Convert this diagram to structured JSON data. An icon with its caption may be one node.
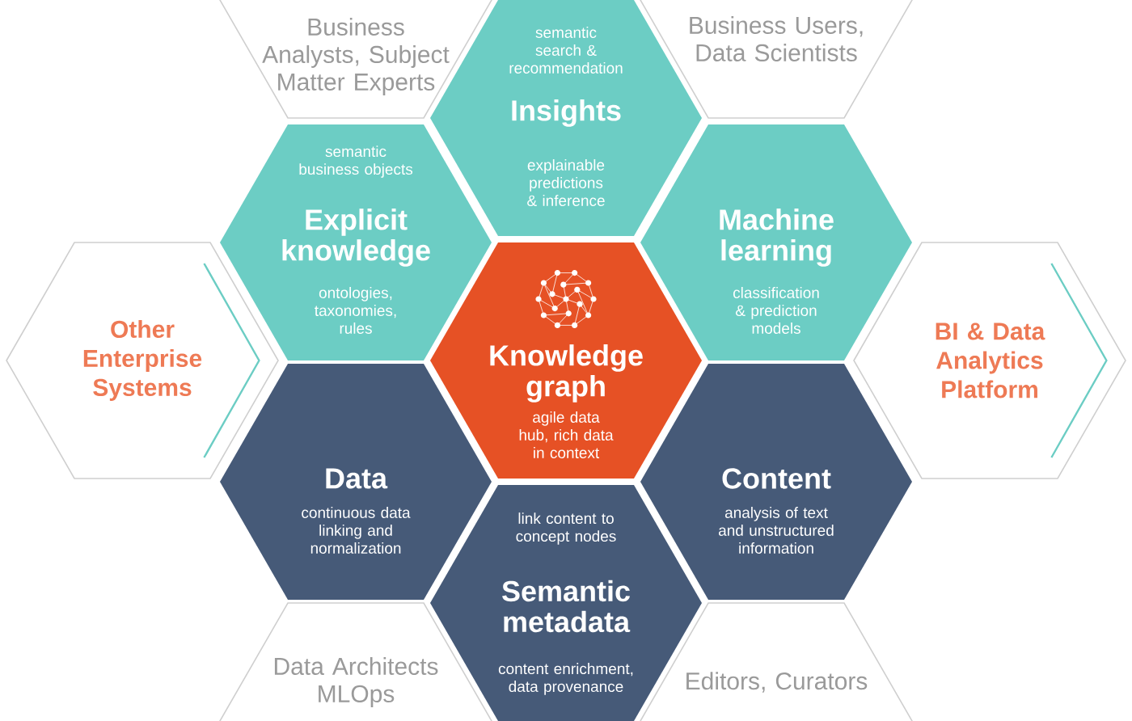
{
  "diagram": {
    "nodes": [
      {
        "text": [
          "Business Analysts, Subject Matter Experts"
        ]
      },
      {
        "text": [
          "semantic search & recommendation",
          "Insights",
          "explainable predictions & inference"
        ]
      },
      {
        "text": [
          "Business Users, Data Scientists"
        ]
      },
      {
        "text": [
          "semantic business objects",
          "Explicit knowledge",
          "ontologies, taxonomies, rules"
        ]
      },
      {
        "text": [
          "Machine learning",
          "classification & prediction models"
        ]
      },
      {
        "text": [
          "Other Enterprise Systems"
        ]
      },
      {
        "text": [
          "Knowledge graph",
          "agile data hub, rich data in context"
        ]
      },
      {
        "text": [
          "BI & Data Analytics Platform"
        ]
      },
      {
        "text": [
          "Data",
          "continuous data linking and normalization"
        ]
      },
      {
        "text": [
          "Content",
          "analysis of text and unstructured information"
        ]
      },
      {
        "text": [
          "link content to concept nodes",
          "Semantic metadata",
          "content enrichment, data provenance"
        ]
      },
      {
        "text": [
          "Data Architects MLOps"
        ]
      },
      {
        "text": [
          "Editors, Curators"
        ]
      }
    ],
    "edges": [
      {
        "from": 5,
        "to": null,
        "arrow": "none"
      },
      {
        "from": 7,
        "to": null,
        "arrow": "none"
      }
    ]
  }
}
